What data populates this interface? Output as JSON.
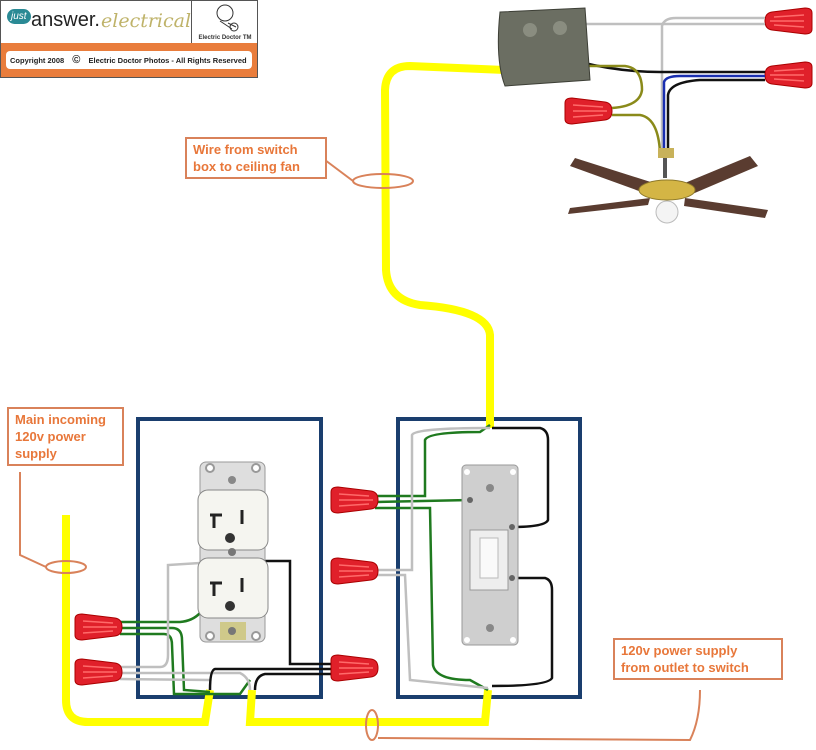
{
  "logo": {
    "brand_just": "just",
    "brand_answer": "answer.",
    "brand_category": "electrical",
    "doctor_label": "Electric Doctor TM",
    "copyright": "Copyright 2008",
    "copyright_symbol": "©",
    "rights": "Electric Doctor Photos - All Rights Reserved"
  },
  "labels": {
    "fan_wire": [
      "Wire from switch",
      "box to ceiling fan"
    ],
    "main_supply": [
      "Main incoming",
      "120v power",
      "supply"
    ],
    "outlet_to_switch": [
      "120v power supply",
      "from outlet to switch"
    ]
  },
  "colors": {
    "cable": "#ffff00",
    "box_outline": "#1a3e6e",
    "wire_nut": "#e0202a",
    "ground": "#1f7a1f",
    "neutral": "#bfbfbf",
    "hot": "#111111",
    "fan_hot": "#1a2fb0",
    "callout": "#e8773a"
  }
}
